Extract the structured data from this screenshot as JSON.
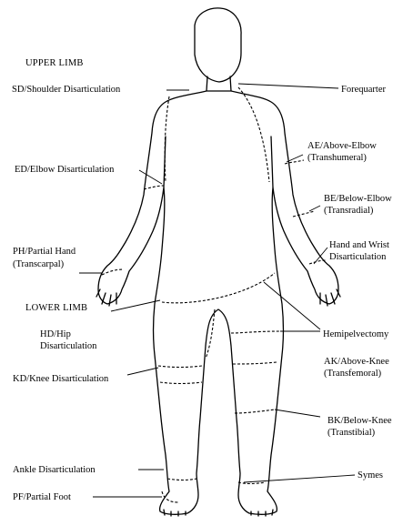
{
  "diagram": {
    "headings": {
      "upper_limb": "UPPER LIMB",
      "lower_limb": "LOWER LIMB"
    },
    "labels": {
      "sd": "SD/Shoulder Disarticulation",
      "forequarter": "Forequarter",
      "ed": "ED/Elbow Disarticulation",
      "ae_1": "AE/Above-Elbow",
      "ae_2": "(Transhumeral)",
      "be_1": "BE/Below-Elbow",
      "be_2": "(Transradial)",
      "hw_1": "Hand and Wrist",
      "hw_2": "Disarticulation",
      "ph_1": "PH/Partial Hand",
      "ph_2": "(Transcarpal)",
      "hd_1": "HD/Hip",
      "hd_2": "Disarticulation",
      "hemipelvectomy": "Hemipelvectomy",
      "ak_1": "AK/Above-Knee",
      "ak_2": "(Transfemoral)",
      "kd": "KD/Knee Disarticulation",
      "bk_1": "BK/Below-Knee",
      "bk_2": "(Transtibial)",
      "ankle": "Ankle Disarticulation",
      "symes": "Symes",
      "pf": "PF/Partial Foot"
    }
  }
}
